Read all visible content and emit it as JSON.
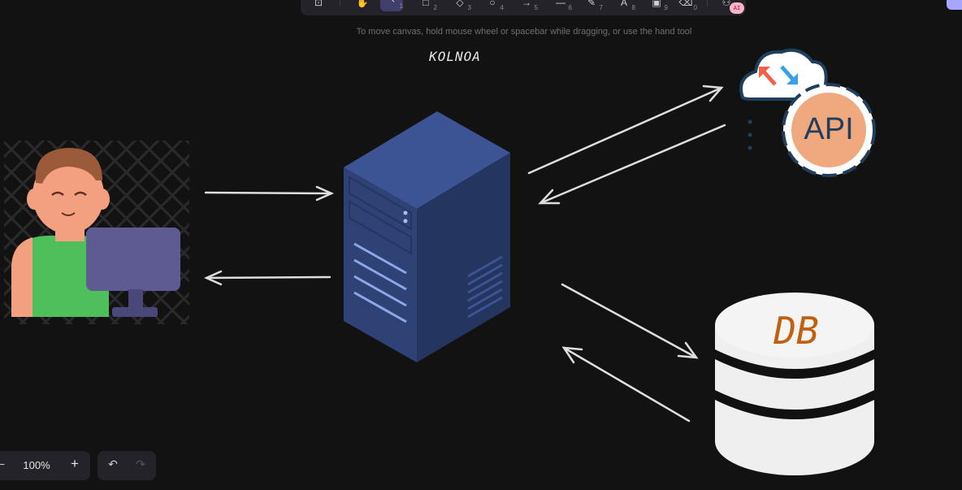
{
  "toolbar": {
    "tools": [
      {
        "name": "lock-tool",
        "icon": "lock-icon",
        "glyph": "⊡",
        "num": ""
      },
      {
        "name": "hand-tool",
        "icon": "hand-icon",
        "glyph": "✋",
        "num": ""
      },
      {
        "name": "selection-tool",
        "icon": "cursor-icon",
        "glyph": "↖",
        "num": "1"
      },
      {
        "name": "rectangle-tool",
        "icon": "rectangle-icon",
        "glyph": "□",
        "num": "2"
      },
      {
        "name": "diamond-tool",
        "icon": "diamond-icon",
        "glyph": "◇",
        "num": "3"
      },
      {
        "name": "ellipse-tool",
        "icon": "ellipse-icon",
        "glyph": "○",
        "num": "4"
      },
      {
        "name": "arrow-tool",
        "icon": "arrow-icon",
        "glyph": "→",
        "num": "5"
      },
      {
        "name": "line-tool",
        "icon": "line-icon",
        "glyph": "—",
        "num": "6"
      },
      {
        "name": "draw-tool",
        "icon": "pencil-icon",
        "glyph": "✎",
        "num": "7"
      },
      {
        "name": "text-tool",
        "icon": "text-icon",
        "glyph": "A",
        "num": "8"
      },
      {
        "name": "image-tool",
        "icon": "image-icon",
        "glyph": "▣",
        "num": "9"
      },
      {
        "name": "eraser-tool",
        "icon": "eraser-icon",
        "glyph": "⌫",
        "num": "0"
      },
      {
        "name": "more-tools",
        "icon": "shapes-icon",
        "glyph": "⚇",
        "num": ""
      }
    ],
    "active_index": 2,
    "ai_badge": "AI"
  },
  "canvas": {
    "hint": "To move canvas, hold mouse wheel or spacebar while dragging, or use the hand tool",
    "title": "KOLNOA",
    "api_label": "API",
    "db_label": "DB"
  },
  "footer": {
    "zoom_out": "−",
    "zoom_level": "100%",
    "zoom_in": "+",
    "undo": "↶",
    "redo": "↷"
  },
  "colors": {
    "background": "#121212",
    "toolbar_bg": "#232329",
    "active_tool": "#403e6a",
    "server_front": "#2f4275",
    "server_top": "#3d5494",
    "server_side": "#24365f",
    "db_fill": "#efefef",
    "db_stripe": "#111111",
    "arrow_stroke": "#dedede"
  }
}
